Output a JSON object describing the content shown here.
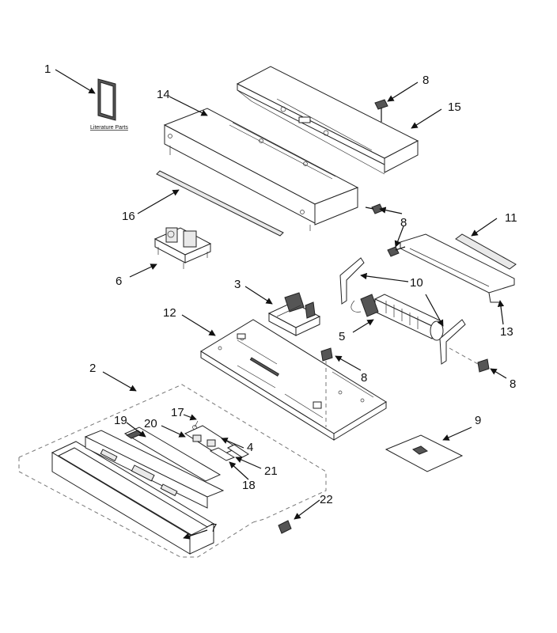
{
  "diagram": {
    "title": "Control panel parts diagram",
    "literature_label": "Literature Parts",
    "callouts": [
      {
        "id": "c1",
        "label": "1"
      },
      {
        "id": "c2",
        "label": "2"
      },
      {
        "id": "c3",
        "label": "3"
      },
      {
        "id": "c4",
        "label": "4"
      },
      {
        "id": "c5",
        "label": "5"
      },
      {
        "id": "c6",
        "label": "6"
      },
      {
        "id": "c7",
        "label": "7"
      },
      {
        "id": "c8a",
        "label": "8"
      },
      {
        "id": "c8b",
        "label": "8"
      },
      {
        "id": "c8c",
        "label": "8"
      },
      {
        "id": "c8d",
        "label": "8"
      },
      {
        "id": "c9",
        "label": "9"
      },
      {
        "id": "c10",
        "label": "10"
      },
      {
        "id": "c11",
        "label": "11"
      },
      {
        "id": "c12",
        "label": "12"
      },
      {
        "id": "c13",
        "label": "13"
      },
      {
        "id": "c14",
        "label": "14"
      },
      {
        "id": "c15",
        "label": "15"
      },
      {
        "id": "c16",
        "label": "16"
      },
      {
        "id": "c17",
        "label": "17"
      },
      {
        "id": "c18",
        "label": "18"
      },
      {
        "id": "c19",
        "label": "19"
      },
      {
        "id": "c20",
        "label": "20"
      },
      {
        "id": "c21",
        "label": "21"
      },
      {
        "id": "c22",
        "label": "22"
      }
    ]
  }
}
